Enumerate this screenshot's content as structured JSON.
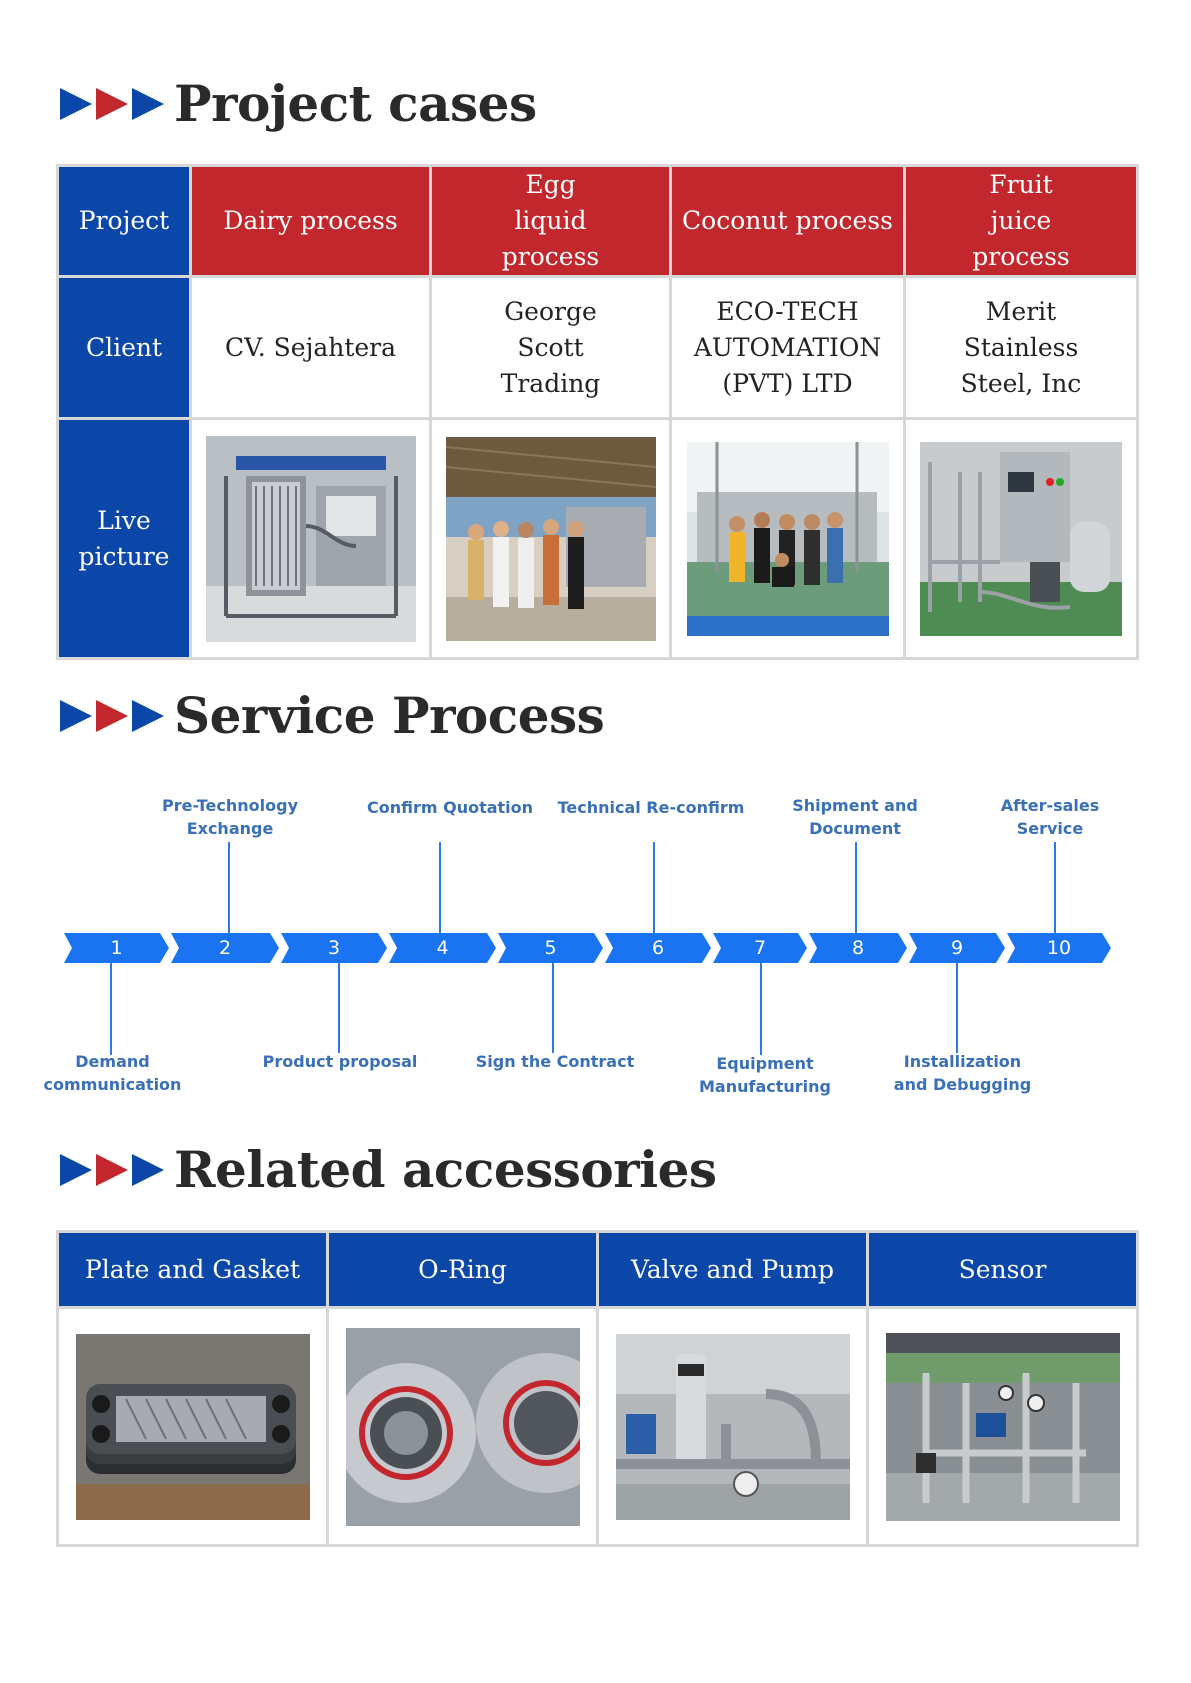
{
  "sections": {
    "project_cases": "Project cases",
    "service_process": "Service Process",
    "related_accessories": "Related accessories"
  },
  "colors": {
    "blue": "#0a47a9",
    "red": "#c1272d",
    "timeline_blue": "#2d7be0",
    "label_blue": "#3a70b8"
  },
  "project_table": {
    "row_labels": {
      "project": "Project",
      "client": "Client",
      "live_picture": "Live\npicture"
    },
    "projects": [
      {
        "name": "Dairy process",
        "client": "CV. Sejahtera",
        "picture": "dairy-process-equipment-photo"
      },
      {
        "name": "Egg liquid process",
        "client": "George Scott Trading",
        "picture": "egg-liquid-team-photo"
      },
      {
        "name": "Coconut process",
        "client": "ECO-TECH AUTOMATION (PVT) LTD",
        "picture": "coconut-process-team-photo"
      },
      {
        "name": "Fruit juice process",
        "client": "Merit Stainless Steel, Inc",
        "picture": "fruit-juice-equipment-photo"
      }
    ]
  },
  "service_process": {
    "steps": [
      {
        "num": "1",
        "label": "Demand communication"
      },
      {
        "num": "2",
        "label": "Pre-Technology Exchange"
      },
      {
        "num": "3",
        "label": "Product proposal"
      },
      {
        "num": "4",
        "label": "Confirm Quotation"
      },
      {
        "num": "5",
        "label": "Sign the Contract"
      },
      {
        "num": "6",
        "label": "Technical Re-confirm"
      },
      {
        "num": "7",
        "label": "Equipment Manufacturing"
      },
      {
        "num": "8",
        "label": "Shipment and Document"
      },
      {
        "num": "9",
        "label": "Installization and Debugging"
      },
      {
        "num": "10",
        "label": "After-sales Service"
      }
    ]
  },
  "accessories": [
    {
      "name": "Plate and Gasket",
      "picture": "plate-gasket-photo"
    },
    {
      "name": "O-Ring",
      "picture": "o-ring-photo"
    },
    {
      "name": "Valve and Pump",
      "picture": "valve-pump-photo"
    },
    {
      "name": "Sensor",
      "picture": "sensor-photo"
    }
  ]
}
